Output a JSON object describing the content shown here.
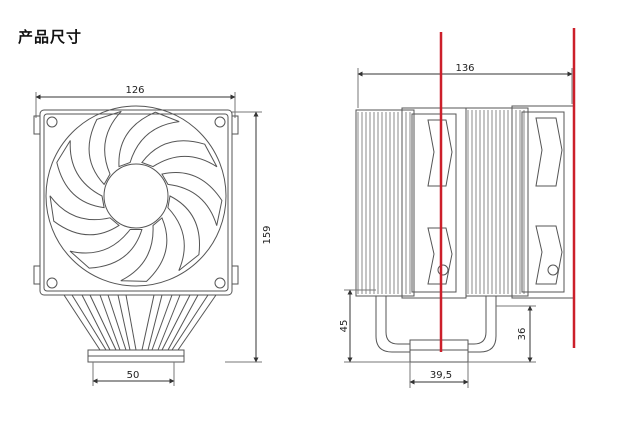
{
  "title": "产品尺寸",
  "front_view": {
    "dim_width": "126",
    "dim_height": "159",
    "dim_base_width": "50"
  },
  "side_view": {
    "dim_depth": "136",
    "dim_base_height_left": "45",
    "dim_base_height_right": "36",
    "dim_base_width": "39,5"
  },
  "colors": {
    "line": "#555555",
    "dimension": "#333333",
    "highlight": "#cc1f2a",
    "background": "#ffffff"
  }
}
